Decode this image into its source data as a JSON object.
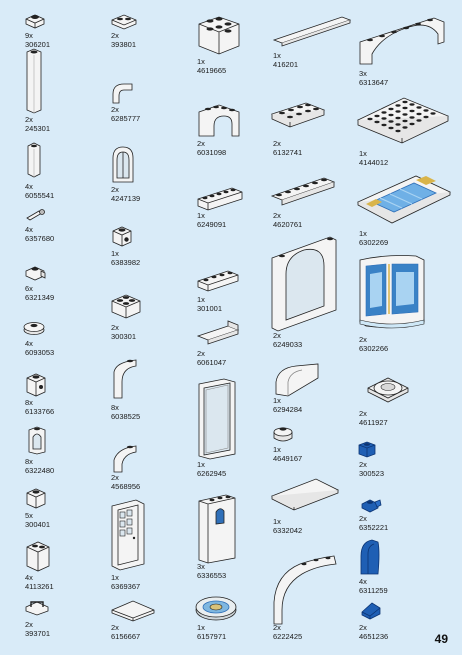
{
  "page_number": "49",
  "parts": [
    {
      "qty": "9x",
      "id": "306201",
      "icon": "plate-1x1-icon"
    },
    {
      "qty": "2x",
      "id": "245301",
      "icon": "column-1x2x6-icon"
    },
    {
      "qty": "4x",
      "id": "6055541",
      "icon": "column-1x1x3-icon"
    },
    {
      "qty": "4x",
      "id": "6357680",
      "icon": "lightsaber-hilt-icon"
    },
    {
      "qty": "6x",
      "id": "6321349",
      "icon": "plate-clip-icon"
    },
    {
      "qty": "4x",
      "id": "6093053",
      "icon": "round-plate-icon"
    },
    {
      "qty": "8x",
      "id": "6133766",
      "icon": "bracket-brick-icon"
    },
    {
      "qty": "8x",
      "id": "6322480",
      "icon": "window-1x2-icon"
    },
    {
      "qty": "5x",
      "id": "300401",
      "icon": "brick-1x1-icon"
    },
    {
      "qty": "4x",
      "id": "4113261",
      "icon": "brick-1x2x2-icon"
    },
    {
      "qty": "2x",
      "id": "393701",
      "icon": "handle-plate-icon"
    },
    {
      "qty": "2x",
      "id": "393801",
      "icon": "plate-1x2-icon"
    },
    {
      "qty": "2x",
      "id": "6285777",
      "icon": "round-arch-icon"
    },
    {
      "qty": "2x",
      "id": "4247139",
      "icon": "arch-window-icon"
    },
    {
      "qty": "1x",
      "id": "6383982",
      "icon": "technic-brick-1x1-icon"
    },
    {
      "qty": "2x",
      "id": "300301",
      "icon": "brick-2x2-icon"
    },
    {
      "qty": "8x",
      "id": "6038525",
      "icon": "curved-bracket-icon"
    },
    {
      "qty": "2x",
      "id": "4568956",
      "icon": "curved-slope-icon"
    },
    {
      "qty": "1x",
      "id": "6369367",
      "icon": "door-icon"
    },
    {
      "qty": "2x",
      "id": "6156667",
      "icon": "tile-2x2-icon"
    },
    {
      "qty": "1x",
      "id": "4619665",
      "icon": "brick-2x4-icon"
    },
    {
      "qty": "2x",
      "id": "6031098",
      "icon": "arch-1x4-icon"
    },
    {
      "qty": "1x",
      "id": "6249091",
      "icon": "brick-1x6-icon"
    },
    {
      "qty": "1x",
      "id": "301001",
      "icon": "brick-1x4-icon"
    },
    {
      "qty": "2x",
      "id": "6061047",
      "icon": "angle-plate-icon"
    },
    {
      "qty": "1x",
      "id": "6262945",
      "icon": "window-frame-icon"
    },
    {
      "qty": "3x",
      "id": "6336553",
      "icon": "arched-window-panel-icon"
    },
    {
      "qty": "1x",
      "id": "6157971",
      "icon": "round-tile-printed-icon"
    },
    {
      "qty": "1x",
      "id": "416201",
      "icon": "tile-1x8-icon"
    },
    {
      "qty": "2x",
      "id": "6132741",
      "icon": "plate-2x4-icon"
    },
    {
      "qty": "2x",
      "id": "4620761",
      "icon": "plate-1x6-icon"
    },
    {
      "qty": "2x",
      "id": "6249033",
      "icon": "tall-arch-window-icon"
    },
    {
      "qty": "1x",
      "id": "6294284",
      "icon": "curved-slope-large-icon"
    },
    {
      "qty": "1x",
      "id": "4649167",
      "icon": "dish-icon"
    },
    {
      "qty": "1x",
      "id": "6332042",
      "icon": "tile-4x6-icon"
    },
    {
      "qty": "2x",
      "id": "6222425",
      "icon": "large-arch-icon"
    },
    {
      "qty": "3x",
      "id": "6313647",
      "icon": "arch-1x6-icon"
    },
    {
      "qty": "1x",
      "id": "4144012",
      "icon": "plate-6x6-icon"
    },
    {
      "qty": "1x",
      "id": "6302269",
      "icon": "printed-tile-pool-icon"
    },
    {
      "qty": "2x",
      "id": "6302266",
      "icon": "curved-printed-panel-icon"
    },
    {
      "qty": "2x",
      "id": "4611927",
      "icon": "turntable-icon"
    },
    {
      "qty": "2x",
      "id": "300523",
      "icon": "blue-brick-1x1-icon"
    },
    {
      "qty": "2x",
      "id": "6352221",
      "icon": "blue-plate-clip-icon"
    },
    {
      "qty": "4x",
      "id": "6311259",
      "icon": "blue-curved-icon"
    },
    {
      "qty": "2x",
      "id": "4651236",
      "icon": "blue-slope-icon"
    }
  ]
}
